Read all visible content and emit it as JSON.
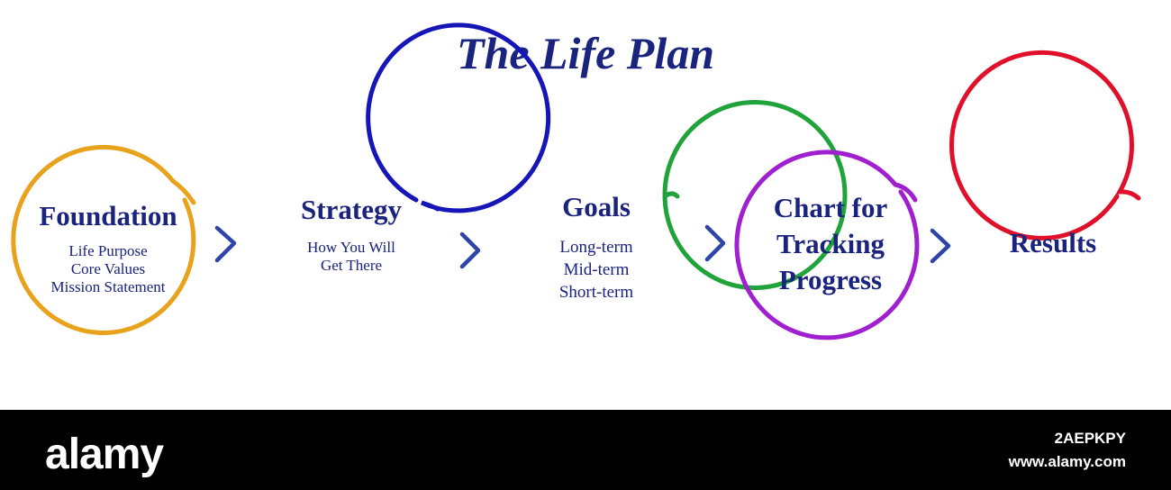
{
  "title": "The Life Plan",
  "nodes": [
    {
      "heading": "Foundation",
      "lines": [
        "Life Purpose",
        "Core Values",
        "Mission Statement"
      ],
      "color": "#e8a21c"
    },
    {
      "heading": "Strategy",
      "lines": [
        "How You Will",
        "Get There"
      ],
      "color": "#1515b8"
    },
    {
      "heading": "Goals",
      "lines": [
        "Long-term",
        "Mid-term",
        "Short-term"
      ],
      "color": "#1fa33a"
    },
    {
      "heading_lines": [
        "Chart for",
        "Tracking",
        "Progress"
      ],
      "color": "#a020d0"
    },
    {
      "heading": "Results",
      "color": "#e0102a"
    }
  ],
  "arrow_color": "#2e44a8",
  "watermark": {
    "brand": "alamy",
    "image_id": "2AEPKPY",
    "url": "www.alamy.com"
  }
}
